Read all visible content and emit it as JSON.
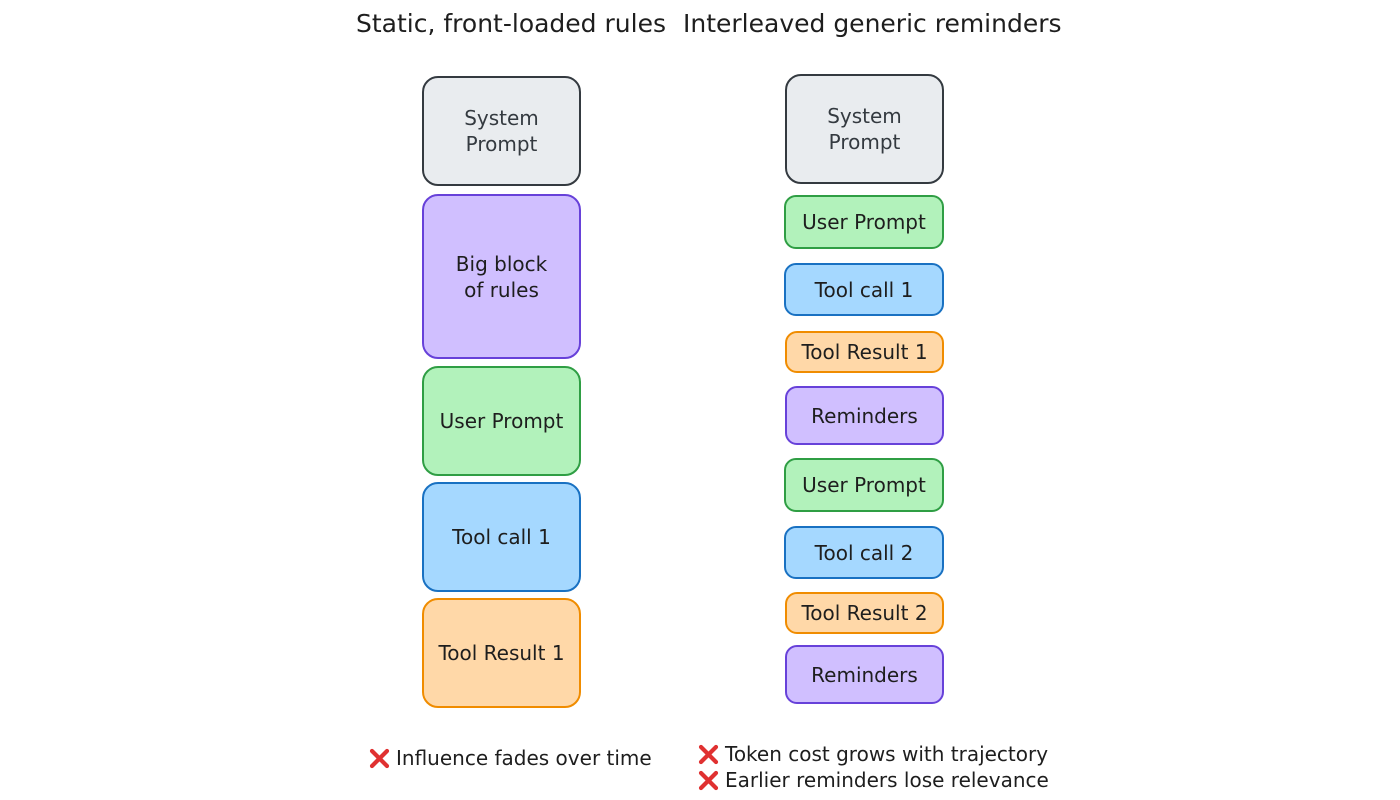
{
  "columns": [
    {
      "title": "Static, front-loaded rules",
      "blocks": [
        {
          "label": "System Prompt"
        },
        {
          "label": "Big block of rules"
        },
        {
          "label": "User Prompt"
        },
        {
          "label": "Tool call 1"
        },
        {
          "label": "Tool Result 1"
        }
      ],
      "notes": [
        "Influence fades over time"
      ]
    },
    {
      "title": "Interleaved generic reminders",
      "blocks": [
        {
          "label": "System Prompt"
        },
        {
          "label": "User Prompt"
        },
        {
          "label": "Tool call 1"
        },
        {
          "label": "Tool Result 1"
        },
        {
          "label": "Reminders"
        },
        {
          "label": "User Prompt"
        },
        {
          "label": "Tool call 2"
        },
        {
          "label": "Tool Result 2"
        },
        {
          "label": "Reminders"
        }
      ],
      "notes": [
        "Token cost grows with trajectory",
        "Earlier reminders lose relevance"
      ]
    }
  ],
  "colors": {
    "system_fill": "#e9ecef",
    "system_stroke": "#343a40",
    "rules_fill": "#d0bfff",
    "rules_stroke": "#6741d9",
    "user_fill": "#b2f2bb",
    "user_stroke": "#2f9e44",
    "tool_fill": "#a5d8ff",
    "tool_stroke": "#1971c2",
    "result_fill": "#ffd8a8",
    "result_stroke": "#f08c00",
    "cross": "#e03131"
  },
  "icons": {
    "note_marker": "cross-icon"
  }
}
